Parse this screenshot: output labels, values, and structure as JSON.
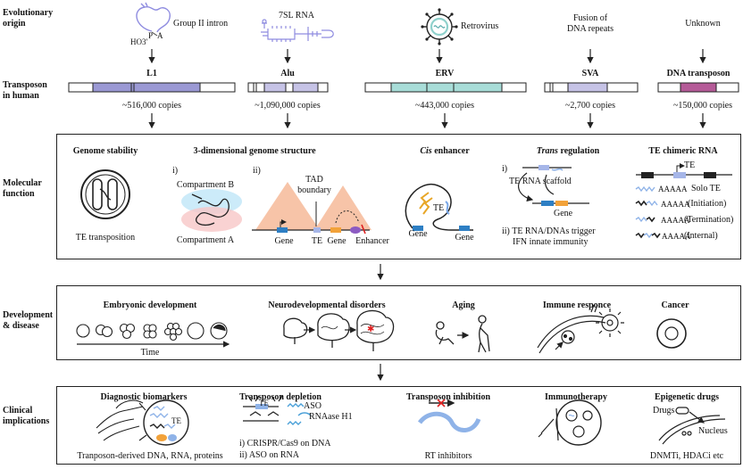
{
  "rows": {
    "evolutionary_origin": [
      "Evolutionary",
      "origin"
    ],
    "transposon_in_human": [
      "Transposon",
      "in human"
    ],
    "molecular_function": [
      "Molecular",
      "function"
    ],
    "development_disease": [
      "Development",
      "& disease"
    ],
    "clinical_implications": [
      "Clinical",
      "implications"
    ]
  },
  "origins": {
    "group2": "Group II intron",
    "group2_p": "P",
    "group2_a": "A",
    "group2_ho3": "HO3'",
    "rna7sl": "7SL RNA",
    "retrovirus": "Retrovirus",
    "sva_line1": "Fusion of",
    "sva_line2": "DNA repeats",
    "unknown": "Unknown"
  },
  "transposons": [
    {
      "name": "L1",
      "copies": "~516,000 copies",
      "color": "#9b99d4"
    },
    {
      "name": "Alu",
      "copies": "~1,090,000 copies",
      "color": "#c6c3e6"
    },
    {
      "name": "ERV",
      "copies": "~443,000 copies",
      "color": "#a8ddd8"
    },
    {
      "name": "SVA",
      "copies": "~2,700 copies",
      "color": "#c6c3e6"
    },
    {
      "name": "DNA transposon",
      "copies": "~150,000 copies",
      "color": "#b55b98"
    }
  ],
  "molecular": {
    "genome_stability": "Genome stability",
    "te_transposition": "TE transposition",
    "genome_3d": "3-dimensional genome structure",
    "i": "i)",
    "ii": "ii)",
    "compartment_b": "Compartment B",
    "compartment_a": "Compartment A",
    "tad_line1": "TAD",
    "tad_line2": "boundary",
    "gene": "Gene",
    "te": "TE",
    "enhancer": "Enhancer",
    "cis_italic": "Cis",
    "cis_rest": " enhancer",
    "trans_italic": "Trans",
    "trans_rest": " regulation",
    "te_rna_scaffold": "TE RNA scaffold",
    "trans_ii_line1": "ii) TE RNA/DNAs trigger",
    "trans_ii_line2": "IFN innate immunity",
    "chimeric_title": "TE chimeric RNA",
    "aaaaa": "AAAAA",
    "solo_te": "Solo TE",
    "initiation": "(Initiation)",
    "termination": "(Termination)",
    "internal": "(Internal)"
  },
  "development": {
    "embryonic": "Embryonic development",
    "time": "Time",
    "neuro": "Neurodevelopmental disorders",
    "aging": "Aging",
    "immune": "Immune responce",
    "cancer": "Cancer"
  },
  "clinical": {
    "biomarkers": "Diagnostic biomarkers",
    "biomarkers_sub": "Tranposon-derived DNA, RNA, proteins",
    "depletion": "Transposon depletion",
    "aso": "ASO",
    "rnaase": "RNAase H1",
    "depletion_i": "i)  CRISPR/Cas9 on DNA",
    "depletion_ii": "ii) ASO on RNA",
    "inhibition": "Transposon inhibition",
    "rt_inhibitors": "RT inhibitors",
    "immunotherapy": "Immunotherapy",
    "epigenetic": "Epigenetic drugs",
    "drugs": "Drugs",
    "nucleus": "Nucleus",
    "epigenetic_sub": "DNMTi, HDACi etc"
  }
}
